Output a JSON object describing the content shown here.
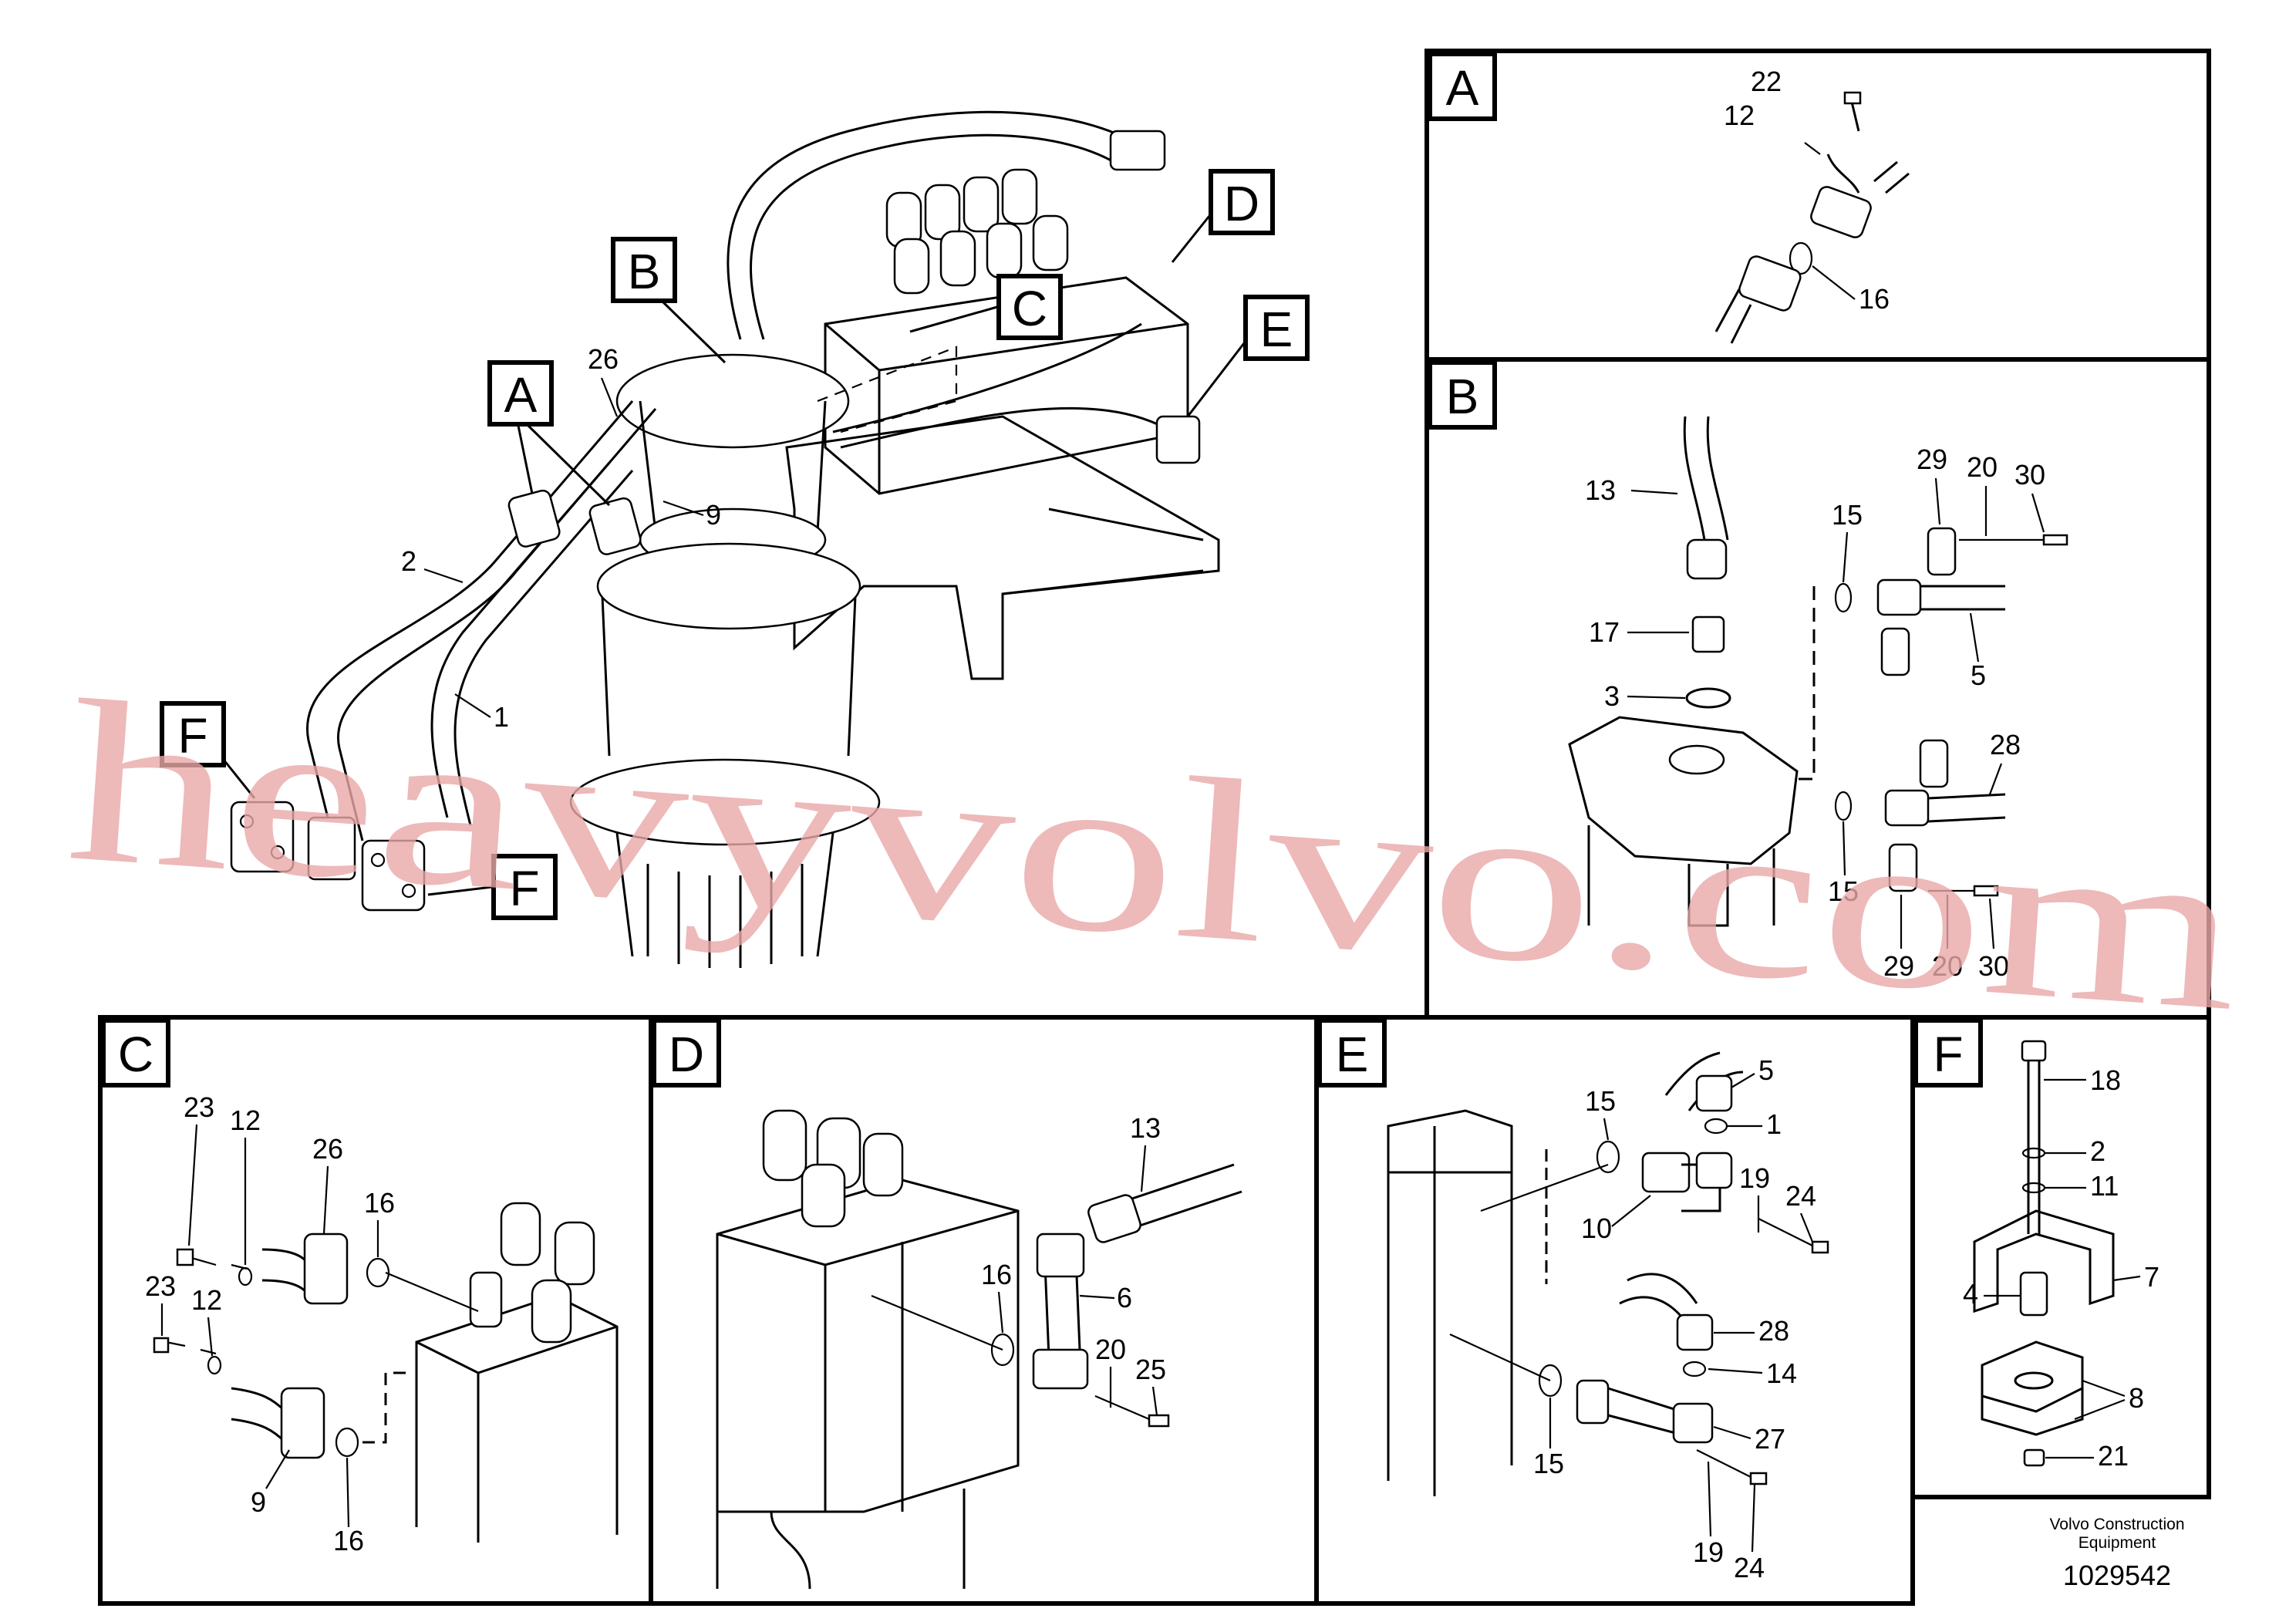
{
  "panels": {
    "A": "A",
    "B": "B",
    "C": "C",
    "D": "D",
    "E": "E",
    "F": "F"
  },
  "main": {
    "callouts": {
      "A": "A",
      "B": "B",
      "C": "C",
      "D": "D",
      "E": "E",
      "F1": "F",
      "F2": "F"
    },
    "labels": {
      "p26": "26",
      "p9": "9",
      "p2": "2",
      "p1": "1"
    }
  },
  "panel_a": {
    "p22": "22",
    "p12": "12",
    "p16": "16"
  },
  "panel_b": {
    "p13": "13",
    "p15a": "15",
    "p17": "17",
    "p3": "3",
    "p29a": "29",
    "p20a": "20",
    "p30a": "30",
    "p5": "5",
    "p28": "28",
    "p15b": "15",
    "p29b": "29",
    "p20b": "20",
    "p30b": "30"
  },
  "panel_c": {
    "p23a": "23",
    "p12a": "12",
    "p26": "26",
    "p16a": "16",
    "p23b": "23",
    "p12b": "12",
    "p9": "9",
    "p16b": "16"
  },
  "panel_d": {
    "p13": "13",
    "p16": "16",
    "p6": "6",
    "p20": "20",
    "p25": "25"
  },
  "panel_e": {
    "p15a": "15",
    "p5": "5",
    "p1": "1",
    "p10": "10",
    "p19a": "19",
    "p24a": "24",
    "p28": "28",
    "p14": "14",
    "p27": "27",
    "p15b": "15",
    "p19b": "19",
    "p24b": "24"
  },
  "panel_f": {
    "p18": "18",
    "p2": "2",
    "p11": "11",
    "p7": "7",
    "p4": "4",
    "p8": "8",
    "p21": "21"
  },
  "footer": {
    "company_line1": "Volvo Construction",
    "company_line2": "Equipment",
    "doc_number": "1029542"
  },
  "watermark": {
    "text": "heavyvolvo.com",
    "color": "#e9a8a8"
  }
}
